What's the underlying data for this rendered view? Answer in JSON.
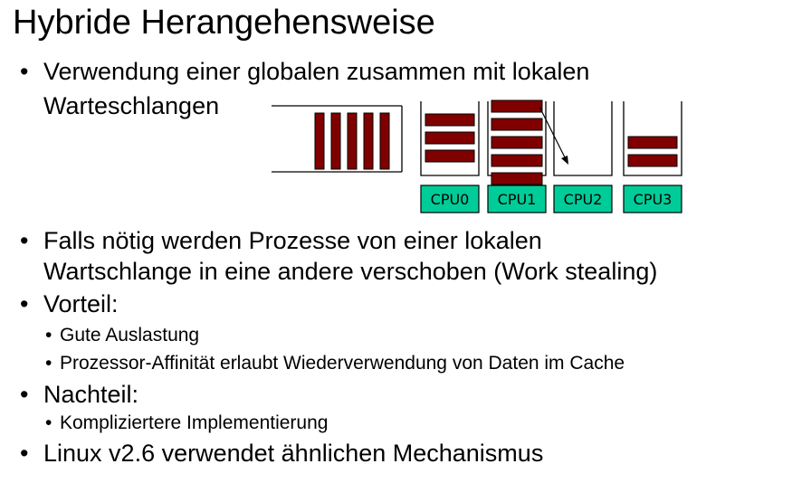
{
  "slide": {
    "title": "Hybride Herangehensweise",
    "bullets": [
      {
        "line1": "Verwendung einer globalen zusammen mit lokalen",
        "line2": "Warteschlangen"
      },
      {
        "line1": "Falls nötig werden Prozesse von einer lokalen",
        "line2": "Wartschlange in eine andere verschoben (Work stealing)"
      },
      {
        "line1": "Vorteil:"
      },
      {
        "line1": "Nachteil:"
      },
      {
        "line1": "Linux v2.6 verwendet ähnlichen Mechanismus"
      }
    ],
    "sub_bullets": [
      "Gute Auslastung",
      "Prozessor-Affinität erlaubt Wiederverwendung von Daten im Cache",
      "Kompliziertere Implementierung"
    ],
    "bullet_glyph": "•"
  },
  "diagram": {
    "cpus": [
      {
        "label": "CPU0",
        "process_count": 3
      },
      {
        "label": "CPU1",
        "process_count": 5
      },
      {
        "label": "CPU2",
        "process_count": 0
      },
      {
        "label": "CPU3",
        "process_count": 2
      }
    ],
    "global_queue_process_count": 5,
    "colors": {
      "process_fill": "#800000",
      "cpu_box_fill": "#00cc99",
      "line": "#000000"
    }
  }
}
